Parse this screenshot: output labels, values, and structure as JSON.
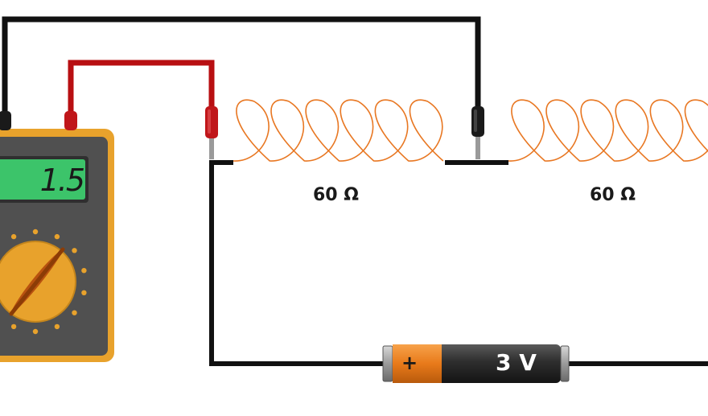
{
  "multimeter": {
    "reading": "1.5",
    "body_color": "#e8a22c",
    "face_color": "#505050",
    "display_color": "#3cc46a"
  },
  "resistors": [
    {
      "label": "60 Ω"
    },
    {
      "label": "60 Ω"
    }
  ],
  "battery": {
    "voltage_label": "3 V",
    "plus_label": "+",
    "positive_color": "#e87a1a",
    "body_color": "#2d2d2d"
  },
  "colors": {
    "wire": "#111111",
    "probe_wire_red": "#b80f12",
    "coil": "#e87722"
  }
}
